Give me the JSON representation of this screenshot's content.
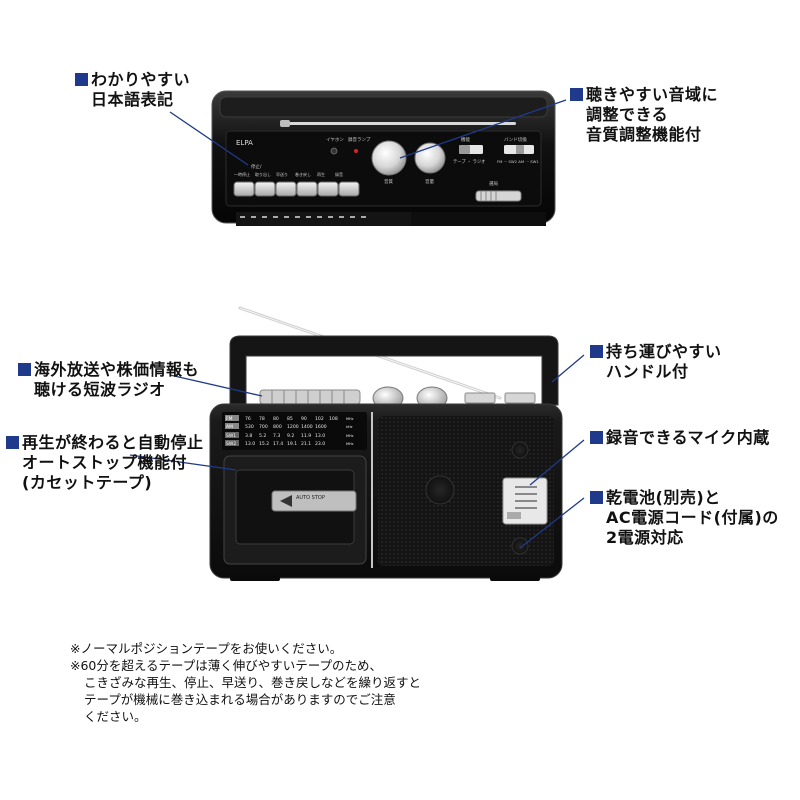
{
  "captions": {
    "japanese_labels": [
      "わかりやすい",
      "日本語表記"
    ],
    "tone_control": [
      "聴きやすい音域に",
      "調整できる",
      "音質調整機能付"
    ],
    "shortwave": [
      "海外放送や株価情報も",
      "聴ける短波ラジオ"
    ],
    "auto_stop": [
      "再生が終わると自動停止",
      "オートストップ機能付",
      "(カセットテープ)"
    ],
    "handle": [
      "持ち運びやすい",
      "ハンドル付"
    ],
    "microphone": [
      "録音できるマイク内蔵"
    ],
    "power": [
      "乾電池(別売)と",
      "AC電源コード(付属)の",
      "2電源対応"
    ]
  },
  "notes": [
    "※ノーマルポジションテープをお使いください。",
    "※60分を超えるテープは薄く伸びやすいテープのため、",
    "こきざみな再生、停止、早送り、巻き戻しなどを繰り返すと",
    "テープが機械に巻き込まれる場合がありますのでご注意",
    "ください。"
  ],
  "product_labels": {
    "brand": "ELPA",
    "cassette_button": "AUTO STOP",
    "top_panel": {
      "earphone": "イヤホン",
      "recording_lamp": "録音ランプ",
      "tone": "音質",
      "volume": "音量",
      "function": "機能",
      "tape_radio": "テープ ・ ラジオ",
      "band_switch": "バンド切換",
      "play_stop": "停止/",
      "button_labels": [
        "一時停止",
        "取り出し",
        "早送り",
        "巻き戻し",
        "再生",
        "録音"
      ],
      "band_names": "FM ··· SW2  AM ··· SW1",
      "tuning": "選局"
    },
    "dial": {
      "bands": [
        "FM",
        "AM",
        "SW1",
        "SW2"
      ],
      "row1": [
        "76",
        "78",
        "80",
        "85",
        "90",
        "102",
        "108"
      ],
      "row2": [
        "530",
        "700",
        "800",
        "1200",
        "1400",
        "1600"
      ],
      "row3": [
        "3.8",
        "5.2",
        "7.3",
        "9.2",
        "11.9",
        "13.0"
      ],
      "row4": [
        "13.0",
        "15.2",
        "17.4",
        "19.1",
        "21.1",
        "23.0"
      ],
      "units": [
        "MHz",
        "kHz",
        "MHz",
        "MHz"
      ]
    }
  },
  "colors": {
    "accent_square": "#1f3a8a",
    "body": "#1a1a1a",
    "panel": "#0c0c0c",
    "silver": "#c8c8c8"
  }
}
